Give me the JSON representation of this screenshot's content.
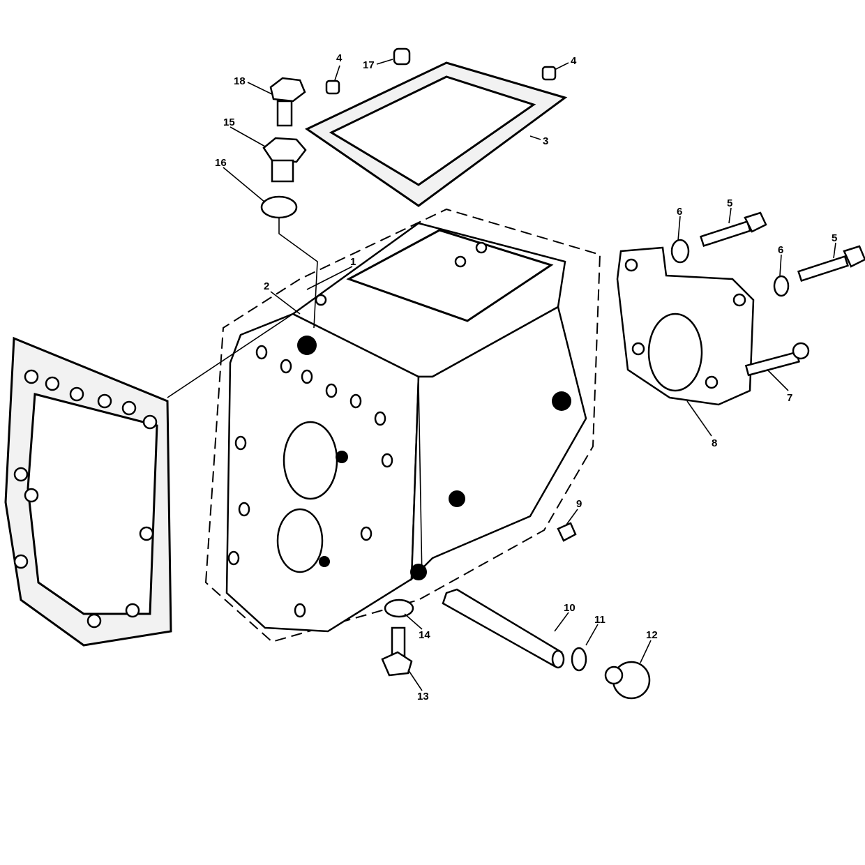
{
  "diagram": {
    "type": "exploded-parts-view",
    "callouts": [
      {
        "id": "1",
        "label": "1"
      },
      {
        "id": "2",
        "label": "2"
      },
      {
        "id": "3",
        "label": "3"
      },
      {
        "id": "4a",
        "label": "4"
      },
      {
        "id": "4b",
        "label": "4"
      },
      {
        "id": "5a",
        "label": "5"
      },
      {
        "id": "5b",
        "label": "5"
      },
      {
        "id": "6a",
        "label": "6"
      },
      {
        "id": "6b",
        "label": "6"
      },
      {
        "id": "7",
        "label": "7"
      },
      {
        "id": "8",
        "label": "8"
      },
      {
        "id": "9",
        "label": "9"
      },
      {
        "id": "10",
        "label": "10"
      },
      {
        "id": "11",
        "label": "11"
      },
      {
        "id": "12",
        "label": "12"
      },
      {
        "id": "13",
        "label": "13"
      },
      {
        "id": "14",
        "label": "14"
      },
      {
        "id": "15",
        "label": "15"
      },
      {
        "id": "16",
        "label": "16"
      },
      {
        "id": "17",
        "label": "17"
      },
      {
        "id": "18",
        "label": "18"
      }
    ]
  }
}
